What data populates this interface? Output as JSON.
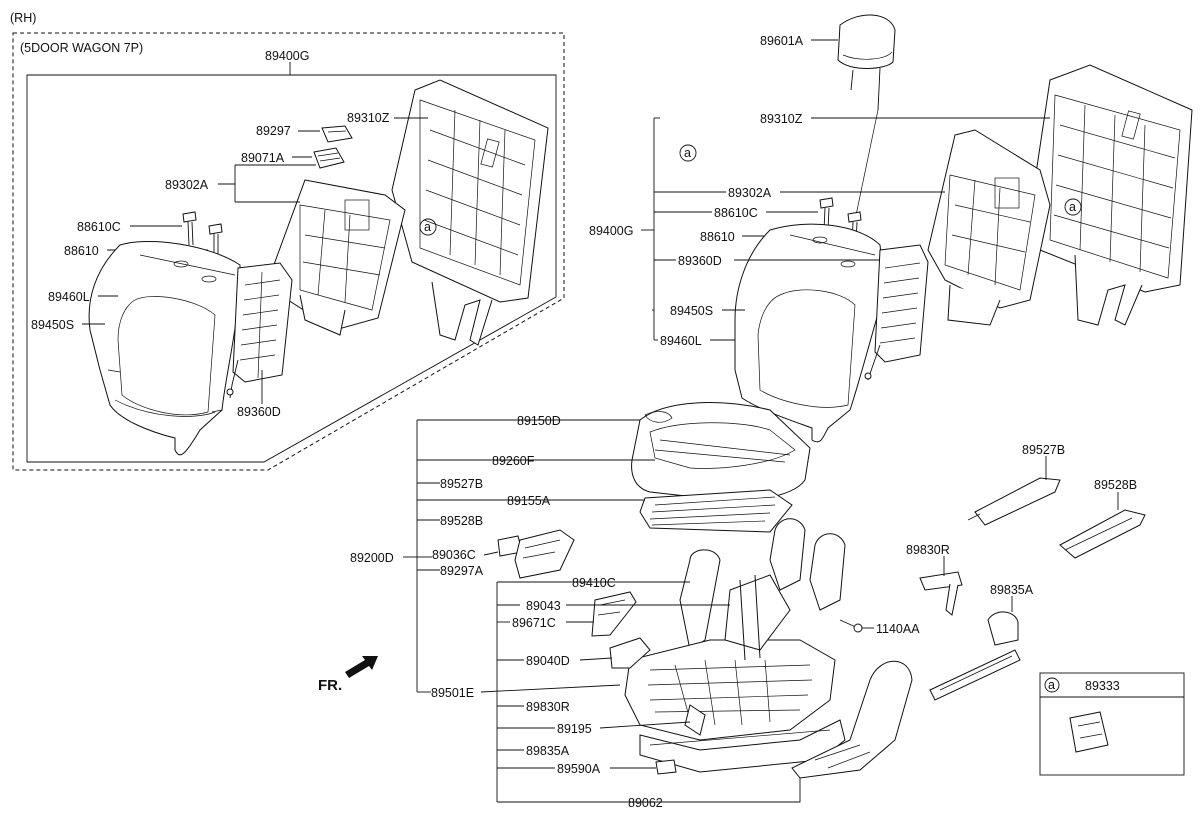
{
  "header": {
    "side": "(RH)",
    "variant": "(5DOOR WAGON 7P)"
  },
  "callouts": {
    "c_89400G_box": "89400G",
    "c_89297": "89297",
    "c_89310Z_l": "89310Z",
    "c_89071A": "89071A",
    "c_89302A_l": "89302A",
    "c_88610C_l": "88610C",
    "c_88610_l": "88610",
    "c_89460L_l": "89460L",
    "c_89450S_l": "89450S",
    "c_89360D_l": "89360D",
    "c_89601A": "89601A",
    "c_89310Z_r": "89310Z",
    "c_89302A_r": "89302A",
    "c_88610C_r": "88610C",
    "c_89400G_r": "89400G",
    "c_88610_r": "88610",
    "c_89360D_r": "89360D",
    "c_89450S_r": "89450S",
    "c_89460L_r": "89460L",
    "c_89150D": "89150D",
    "c_89260F": "89260F",
    "c_89527B_m": "89527B",
    "c_89155A": "89155A",
    "c_89528B_m": "89528B",
    "c_89200D": "89200D",
    "c_89036C": "89036C",
    "c_89297A": "89297A",
    "c_89410C": "89410C",
    "c_89043": "89043",
    "c_89671C": "89671C",
    "c_89040D": "89040D",
    "c_89501E": "89501E",
    "c_89830R_m": "89830R",
    "c_89195": "89195",
    "c_89835A_m": "89835A",
    "c_89590A": "89590A",
    "c_89062": "89062",
    "c_1140AA": "1140AA",
    "c_89527B_r": "89527B",
    "c_89528B_r": "89528B",
    "c_89830R_r": "89830R",
    "c_89835A_r": "89835A",
    "c_89333": "89333"
  },
  "markers": {
    "ref_a": "a"
  },
  "direction": {
    "label": "FR."
  }
}
